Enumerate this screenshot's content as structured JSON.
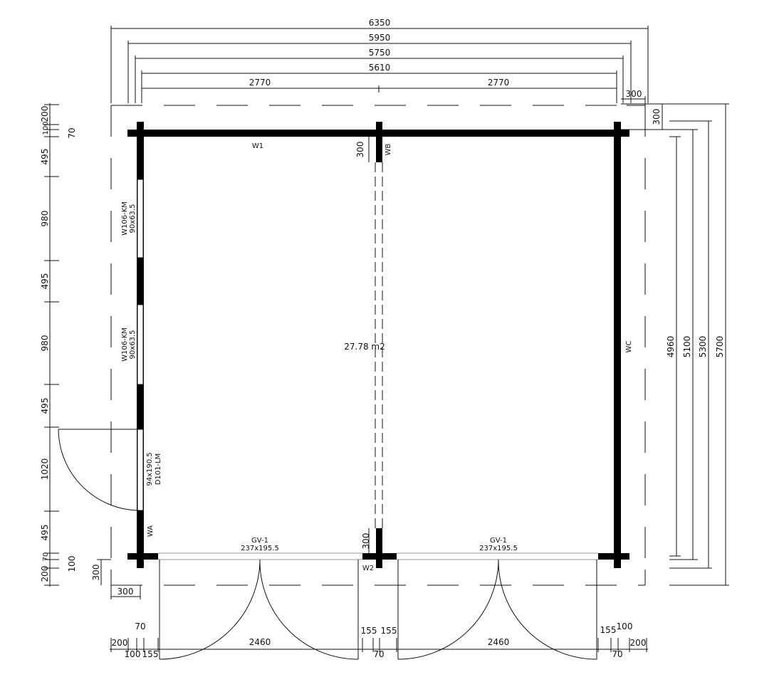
{
  "top_dims": {
    "d6350": "6350",
    "d5950": "5950",
    "d5750": "5750",
    "d5610": "5610",
    "left2770": "2770",
    "right2770": "2770",
    "d300": "300",
    "d300v": "300"
  },
  "left_dims": {
    "t200": "200",
    "t100": "100",
    "t70": "70",
    "s495a": "495",
    "s980a": "980",
    "s495b": "495",
    "s980b": "980",
    "s495c": "495",
    "s1020": "1020",
    "s495d": "495",
    "b70": "70",
    "b100": "100",
    "b200": "200",
    "p300v": "300",
    "p300h": "300"
  },
  "right_dims": {
    "d4960": "4960",
    "d5100": "5100",
    "d5300": "5300",
    "d5700": "5700"
  },
  "bottom_dims": {
    "l200": "200",
    "l100": "100",
    "l70": "70",
    "l155": "155",
    "left2460": "2460",
    "m155a": "155",
    "m155b": "155",
    "m70": "70",
    "right2460": "2460",
    "r155": "155",
    "r100": "100",
    "r70": "70",
    "r200": "200"
  },
  "interior": {
    "area": "27.78 m2",
    "mid300top": "300",
    "mid300bottom": "300"
  },
  "walls": {
    "w1": "W1",
    "wb": "WB",
    "wc": "WC",
    "wa": "WA",
    "w2": "W2"
  },
  "windows": [
    {
      "code": "W106-KM",
      "size": "90x63.5"
    },
    {
      "code": "W106-KM",
      "size": "90x63.5"
    }
  ],
  "door": {
    "code": "D101-LM",
    "size": "94x190.5"
  },
  "garage_doors": [
    {
      "code": "GV-1",
      "size": "237x195.5"
    },
    {
      "code": "GV-1",
      "size": "237x195.5"
    }
  ]
}
